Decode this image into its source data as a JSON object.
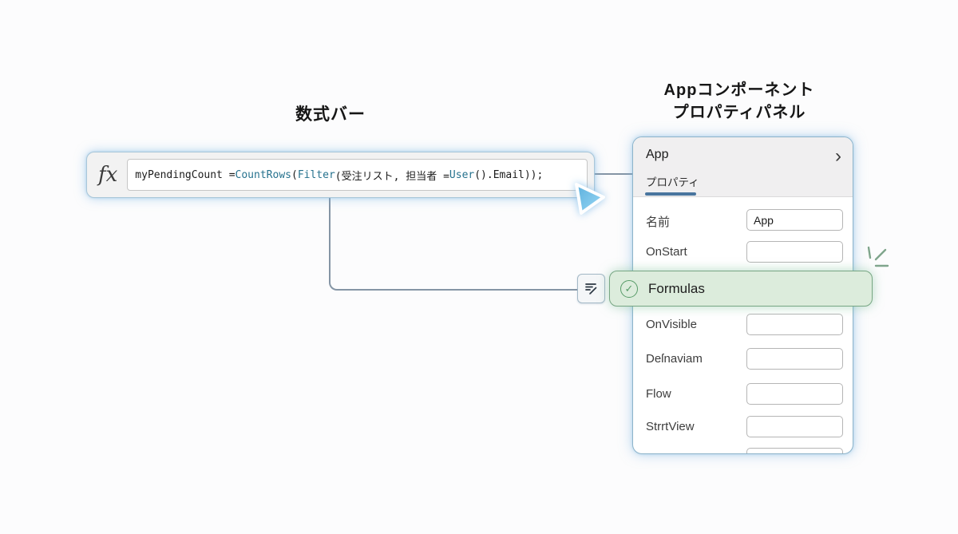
{
  "titles": {
    "formula_bar": "数式バー",
    "panel_line1": "Appコンポーネント",
    "panel_line2": "プロパティパネル"
  },
  "formula_bar": {
    "fx": "fx",
    "code": {
      "s0": "myPendingCount = ",
      "k1": "CountRows",
      "s2": "(",
      "k3": "Filter",
      "s4": "(受注リスト, 担当者 = ",
      "k5": "User",
      "s6": "().Email));"
    }
  },
  "panel": {
    "header": {
      "name": "App",
      "chevron": "›",
      "tab": "プロパティ"
    },
    "rows": {
      "name": {
        "label": "名前",
        "value": "App"
      },
      "onstart": {
        "label": "OnStart",
        "value": ""
      },
      "onvisible": {
        "label": "OnVisible",
        "value": ""
      },
      "defnaviam": {
        "label": "Deſnaviam",
        "value": ""
      },
      "flow": {
        "label": "Flow",
        "value": ""
      },
      "strrtview": {
        "label": "StrrtView",
        "value": ""
      }
    },
    "formulas_row": {
      "label": "Formulas",
      "check": "✓"
    }
  },
  "colors": {
    "tab_underline": "#49759e",
    "keyword_teal": "#26728e",
    "highlight_fill": "#dcecdc",
    "highlight_border": "#77a683",
    "connector": "#8595a5",
    "cursor_blue": "#7cc4ec",
    "panel_border": "#8db4ca"
  }
}
